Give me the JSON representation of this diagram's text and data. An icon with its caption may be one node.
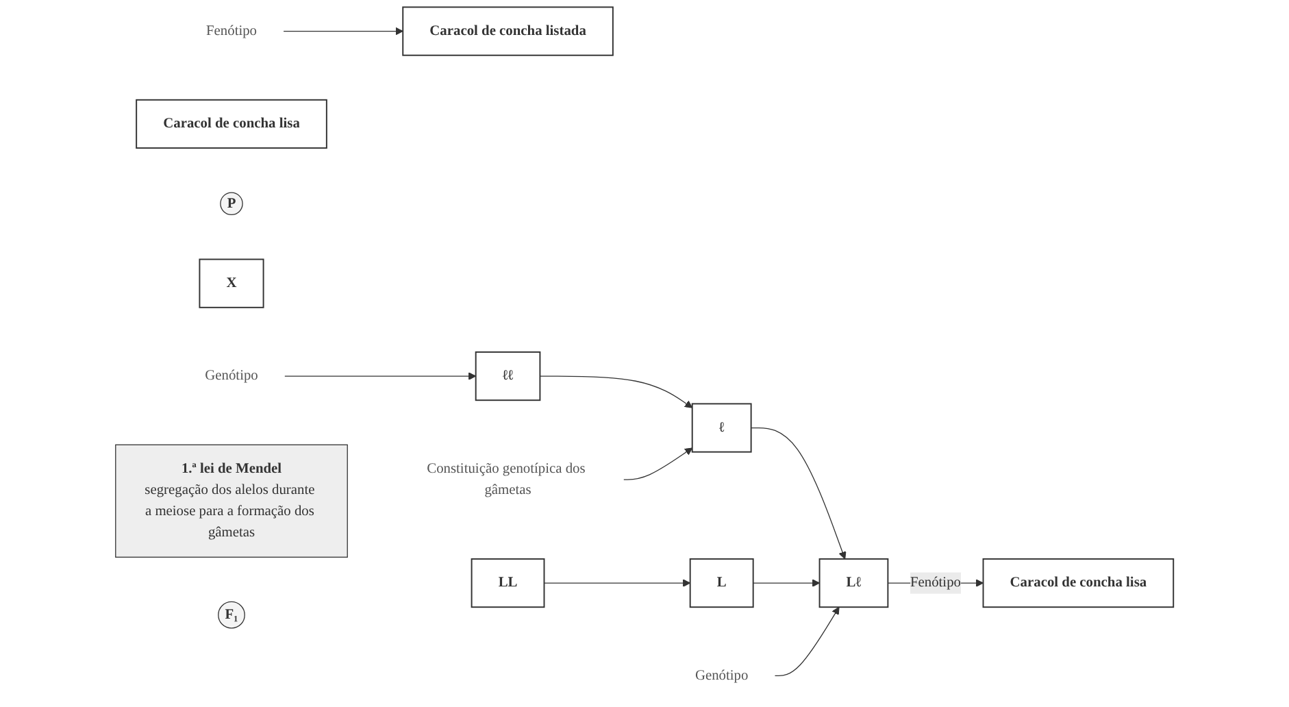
{
  "diagram": {
    "nodes": [
      {
        "text": [
          "Fenótipo"
        ]
      },
      {
        "text": [
          "Caracol de concha listada"
        ]
      },
      {
        "text": [
          "Caracol de concha lisa"
        ]
      },
      {
        "text": [
          "P"
        ]
      },
      {
        "text": [
          "X"
        ]
      },
      {
        "text": [
          "Genótipo"
        ]
      },
      {
        "text": [
          "ℓℓ"
        ]
      },
      {
        "text": [
          "LL"
        ]
      },
      {
        "text": [
          "1.ª lei de Mendel",
          "segregação dos alelos durante a meiose para a formação dos gâmetas"
        ]
      },
      {
        "text": [
          "Constituição genotípica dos gâmetas"
        ]
      },
      {
        "text": [
          "ℓ"
        ]
      },
      {
        "text": [
          "L"
        ]
      },
      {
        "text": [
          "Genótipo"
        ]
      },
      {
        "text": [
          "Lℓ"
        ]
      },
      {
        "text": [
          "F₁"
        ]
      },
      {
        "text": [
          "Caracol de concha lisa"
        ]
      }
    ],
    "edges": [
      {
        "from": 0,
        "to": 1,
        "arrow": "to"
      },
      {
        "from": 5,
        "to": 6,
        "arrow": "to"
      },
      {
        "from": 6,
        "to": 10,
        "arrow": "to"
      },
      {
        "from": 7,
        "to": 11,
        "arrow": "to"
      },
      {
        "from": 9,
        "to": 10,
        "arrow": "to"
      },
      {
        "from": 10,
        "to": 13,
        "arrow": "to"
      },
      {
        "from": 11,
        "to": 13,
        "arrow": "to"
      },
      {
        "from": 12,
        "to": 13,
        "arrow": "to"
      },
      {
        "from": 13,
        "to": 15,
        "label": "Fenótipo",
        "arrow": "to"
      }
    ]
  }
}
